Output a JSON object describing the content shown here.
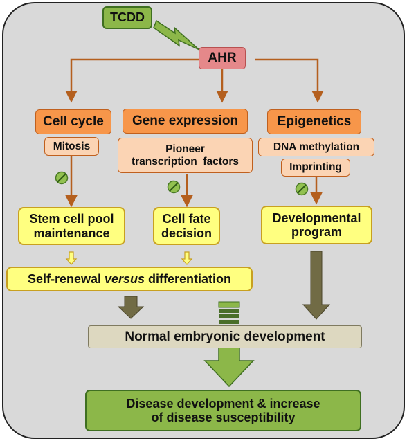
{
  "nodes": {
    "tcdd": "TCDD",
    "ahr": "AHR",
    "cell_cycle": "Cell cycle",
    "gene_expression": "Gene expression",
    "epigenetics": "Epigenetics",
    "mitosis": "Mitosis",
    "pioneer_tf_line1": "Pioneer",
    "pioneer_tf_line2": "transcription  factors",
    "dna_methylation": "DNA methylation",
    "imprinting": "Imprinting",
    "stem_cell_line1": "Stem cell pool",
    "stem_cell_line2": "maintenance",
    "cell_fate_line1": "Cell fate",
    "cell_fate_line2": "decision",
    "dev_program_line1": "Developmental",
    "dev_program_line2": "program",
    "self_renewal_a": "Self-renewal ",
    "self_renewal_b": "versus",
    "self_renewal_c": " differentiation",
    "normal_dev": "Normal embryonic development",
    "disease_line1": "Disease development & increase",
    "disease_line2": "of disease susceptibility"
  },
  "colors": {
    "panel_bg": "#d9d9d9",
    "arrow_brown": "#b45f1e",
    "arrow_olive": "#716b45",
    "arrow_green": "#8cb749",
    "inhibit_green": "#92c150"
  },
  "icons": {
    "lightning": "lightning-bolt-icon",
    "inhibit": "prohibition-icon"
  }
}
